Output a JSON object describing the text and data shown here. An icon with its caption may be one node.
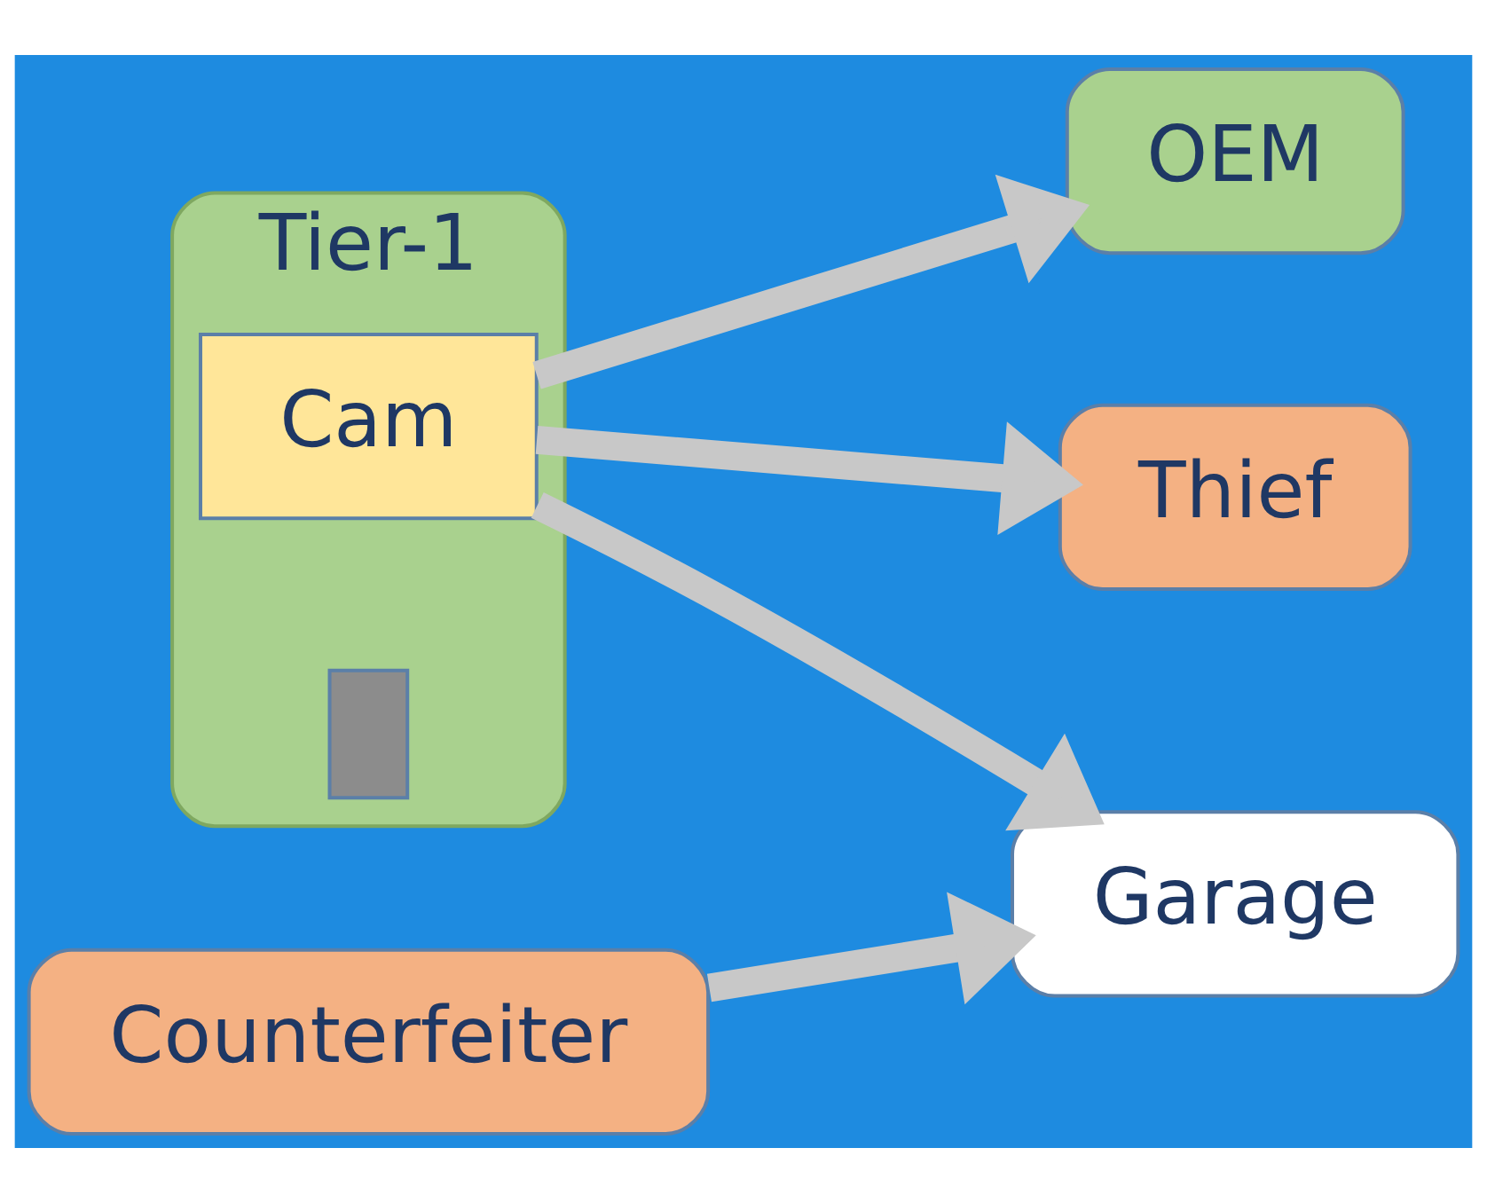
{
  "diagram": {
    "nodes": [
      {
        "text": [
          "Tier-1"
        ]
      },
      {
        "text": [],
        "shape": "box",
        "in": 0
      },
      {
        "text": [
          "Cam"
        ],
        "in": 0
      },
      {
        "text": [
          "OEM"
        ]
      },
      {
        "text": [
          "Garage"
        ]
      },
      {
        "text": [
          "Thief"
        ]
      },
      {
        "text": [
          "Counterfeiter"
        ]
      }
    ],
    "edges": [
      {
        "from": 2,
        "to": 3,
        "arrow": "to"
      },
      {
        "from": 2,
        "to": 4,
        "arrow": "to"
      },
      {
        "from": 2,
        "to": 5,
        "arrow": "to"
      },
      {
        "from": 6,
        "to": 4,
        "arrow": "to"
      }
    ]
  }
}
